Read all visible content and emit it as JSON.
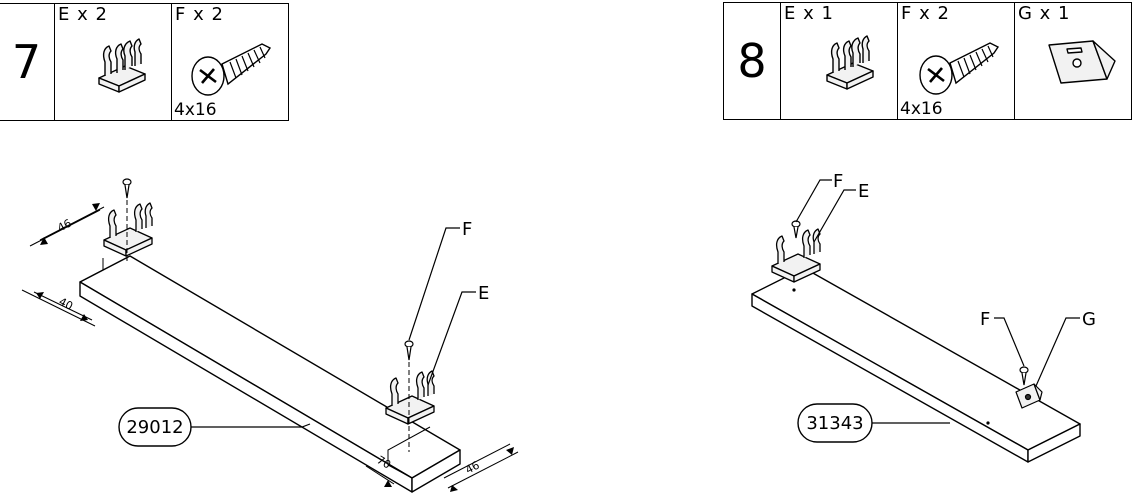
{
  "step7": {
    "step_number": "7",
    "parts": [
      {
        "quantity_label": "E x 2",
        "icon": "clip-bracket-icon"
      },
      {
        "quantity_label": "F x 2",
        "icon": "screw-icon",
        "size": "4x16"
      }
    ],
    "callouts": {
      "screw": "F",
      "clip": "E"
    },
    "board_code": "29012",
    "dimensions": [
      "46",
      "40",
      "70",
      "46"
    ]
  },
  "step8": {
    "step_number": "8",
    "parts": [
      {
        "quantity_label": "E x 1",
        "icon": "clip-bracket-icon"
      },
      {
        "quantity_label": "F x 2",
        "icon": "screw-icon",
        "size": "4x16"
      },
      {
        "quantity_label": "G x 1",
        "icon": "angle-bracket-icon"
      }
    ],
    "callouts": {
      "screw_top": "F",
      "clip": "E",
      "screw_right": "F",
      "bracket": "G"
    },
    "board_code": "31343"
  },
  "colors": {
    "line": "#000000",
    "background": "#ffffff",
    "fill": "#f2f2f2"
  }
}
